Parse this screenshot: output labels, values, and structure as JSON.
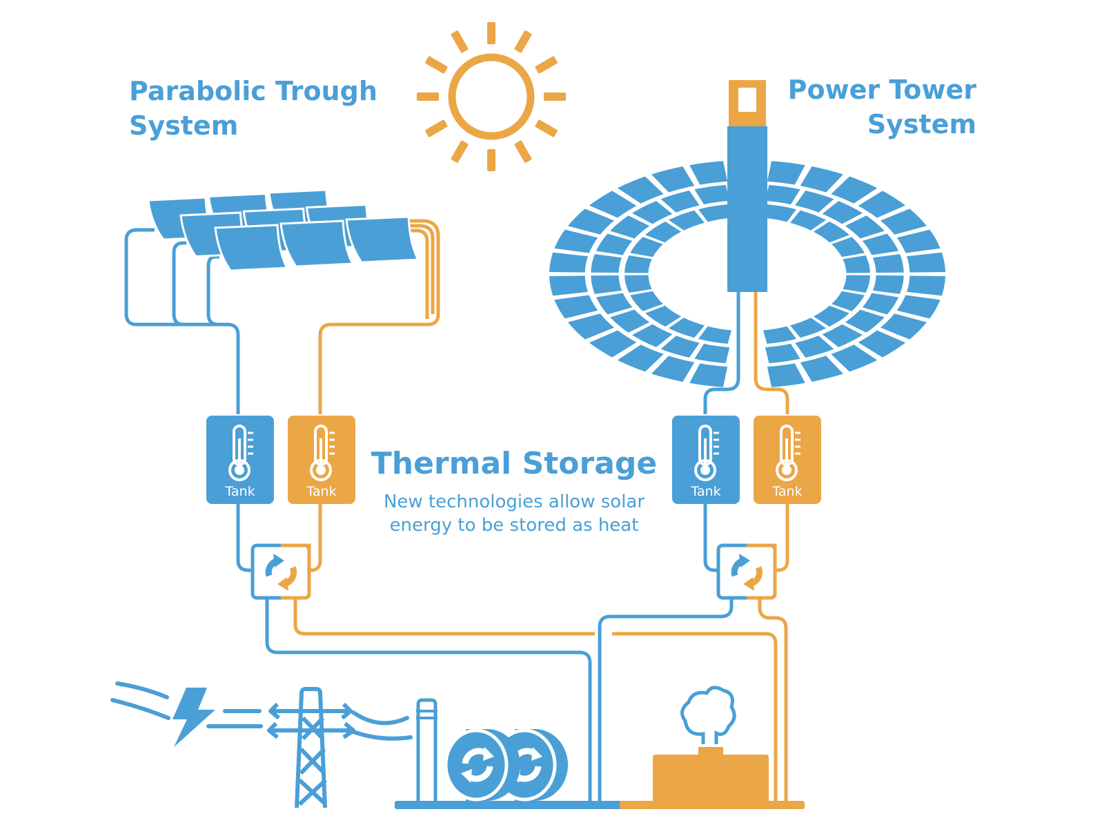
{
  "labels": {
    "parabolic_trough_line1": "Parabolic Trough",
    "parabolic_trough_line2": "System",
    "power_tower_line1": "Power Tower",
    "power_tower_line2": "System",
    "thermal_storage_title": "Thermal Storage",
    "thermal_storage_desc_line1": "New technologies allow solar",
    "thermal_storage_desc_line2": "energy to be stored as heat"
  },
  "tanks": [
    {
      "label": "Tank",
      "kind": "cold"
    },
    {
      "label": "Tank",
      "kind": "hot"
    },
    {
      "label": "Tank",
      "kind": "cold"
    },
    {
      "label": "Tank",
      "kind": "hot"
    }
  ],
  "icons": [
    "sun-icon",
    "thermometer-icon",
    "heat-exchanger-icon",
    "lightning-icon",
    "power-pylon-icon",
    "turbine-icon",
    "steam-icon"
  ],
  "colors": {
    "blue": "#4a9fd6",
    "orange": "#eba646",
    "white": "#ffffff"
  }
}
